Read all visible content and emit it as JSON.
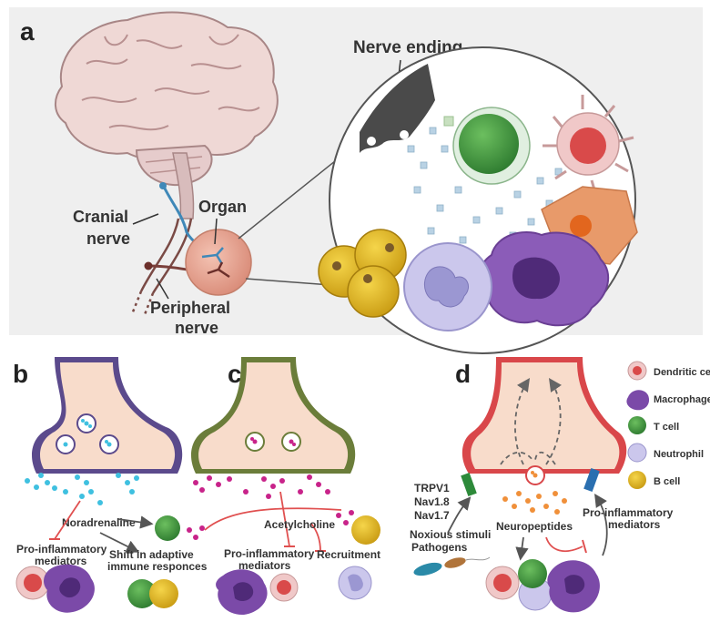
{
  "panel_a": {
    "letter": "a",
    "labels": {
      "nerve_ending": "Nerve ending",
      "organ": "Organ",
      "cranial": "Cranial",
      "cranial_2": "nerve",
      "peripheral": "Peripheral",
      "peripheral_2": "nerve"
    }
  },
  "panel_b": {
    "letter": "b",
    "labels": {
      "noradrenaline": "Noradrenaline",
      "proinf_1": "Pro-inflammatory",
      "proinf_2": "mediators",
      "shift_1": "Shift in adaptive",
      "shift_2": "immune responces"
    }
  },
  "panel_c": {
    "letter": "c",
    "labels": {
      "acetylcholine": "Acetylcholine",
      "proinf_1": "Pro-inflammatory",
      "proinf_2": "mediators",
      "recruitment": "Recruitment"
    }
  },
  "panel_d": {
    "letter": "d",
    "labels": {
      "trpv1": "TRPV1",
      "nav18": "Nav1.8",
      "nav17": "Nav1.7",
      "noxious_1": "Noxious stimuli",
      "noxious_2": "Pathogens",
      "neuropeptides": "Neuropeptides",
      "proinf_1": "Pro-inflammatory",
      "proinf_2": "mediators"
    }
  },
  "legend": [
    {
      "label": "Dendritic cell",
      "icon": "dendritic-cell-icon"
    },
    {
      "label": "Macrophage",
      "icon": "macrophage-icon"
    },
    {
      "label": "T cell",
      "icon": "t-cell-icon"
    },
    {
      "label": "Neutrophil",
      "icon": "neutrophil-icon"
    },
    {
      "label": "B cell",
      "icon": "b-cell-icon"
    }
  ],
  "colors": {
    "panel_bg": "#efefef",
    "noradrenergic_nerve": "#5b4a8c",
    "cholinergic_nerve": "#6b7d3a",
    "sensory_nerve": "#d9474a",
    "terminal": "#f8dccb",
    "t_cell": "#3b8a3b",
    "b_cell": "#d8b21c",
    "macrophage": "#7b4aa8",
    "neutrophil": "#b7b3e0",
    "dendritic": "#d94a4a",
    "inhibit": "#e05050"
  }
}
